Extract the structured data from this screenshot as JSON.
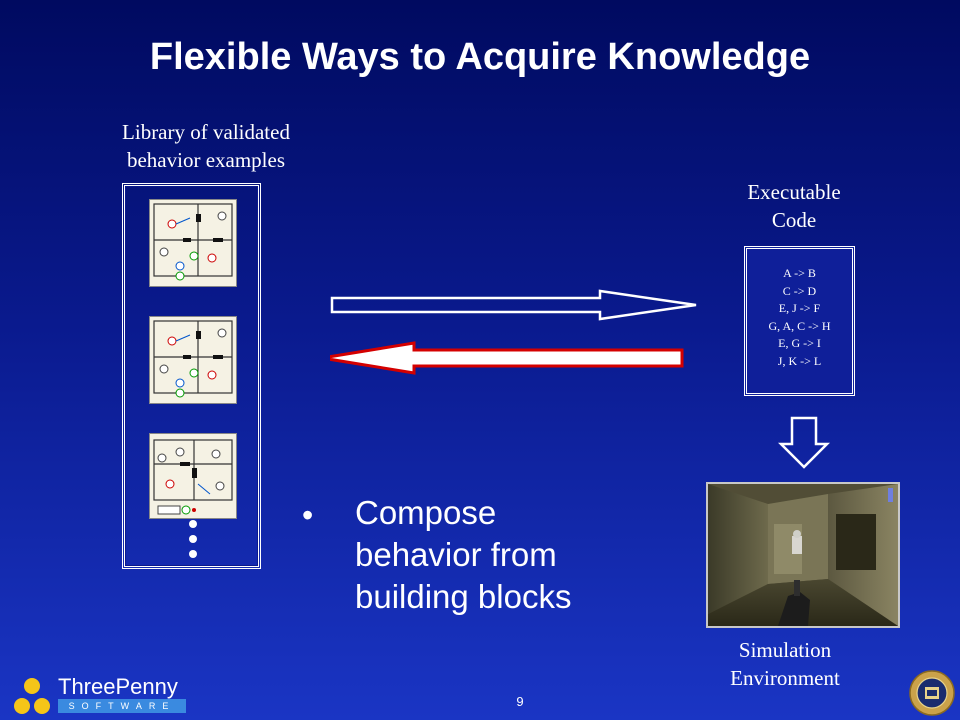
{
  "slide": {
    "title": "Flexible Ways to Acquire Knowledge",
    "page_number": "9"
  },
  "library": {
    "label_line1": "Library of validated",
    "label_line2": "behavior examples"
  },
  "executable": {
    "label_line1": "Executable",
    "label_line2": "Code",
    "code_lines": [
      "A -> B",
      "C -> D",
      "E, J -> F",
      "G, A, C -> H",
      "E, G -> I",
      "J, K -> L"
    ]
  },
  "bullet": {
    "line1": "Compose",
    "line2": "behavior from",
    "line3": "building blocks"
  },
  "simulation": {
    "label_line1": "Simulation",
    "label_line2": "Environment"
  },
  "logo": {
    "name": "ThreePenny",
    "tagline": "SOFTWARE"
  },
  "colors": {
    "bg_top": "#000a60",
    "bg_bottom": "#1a35c4",
    "arrow_back_border": "#d40000",
    "logo_dot": "#f5c518",
    "logo_bar": "#3a8ae0"
  }
}
